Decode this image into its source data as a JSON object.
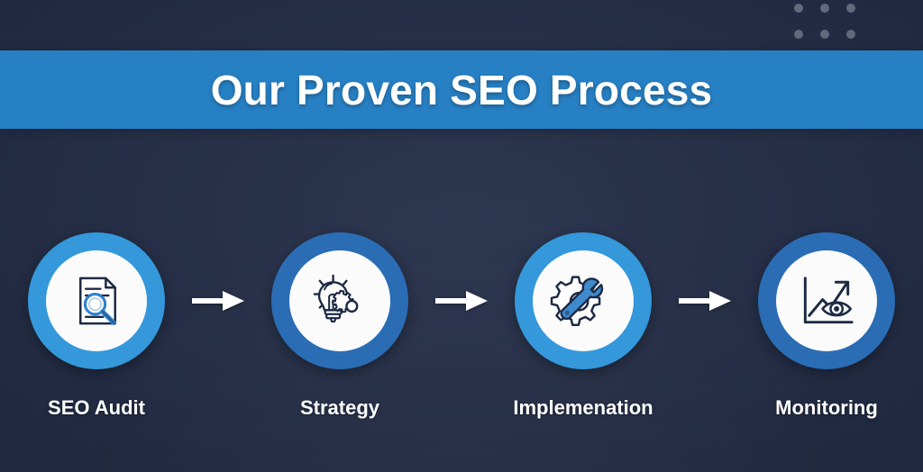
{
  "background": {
    "color": "#252f49",
    "dot_grid": {
      "name": "decorative-dot-grid",
      "rows": 2,
      "columns": 3,
      "color": "#76808f"
    }
  },
  "banner": {
    "title": "Our Proven SEO Process",
    "background_color": "#2780c4",
    "text_color": "#ffffff"
  },
  "process": {
    "arrow_label": "→",
    "arrow_color": "#ffffff",
    "steps": [
      {
        "label": "SEO Audit",
        "icon": "document-magnifier-icon",
        "ring_color": "#3498db",
        "inner_color": "#fbfbfc"
      },
      {
        "label": "Strategy",
        "icon": "lightbulb-gear-icon",
        "ring_color": "#2a6db5",
        "inner_color": "#fbfbfc"
      },
      {
        "label": "Implemenation",
        "icon": "gear-wrench-icon",
        "ring_color": "#3498db",
        "inner_color": "#fbfbfc"
      },
      {
        "label": "Monitoring",
        "icon": "growth-chart-eye-icon",
        "ring_color": "#2a6db5",
        "inner_color": "#fbfbfc"
      }
    ]
  }
}
